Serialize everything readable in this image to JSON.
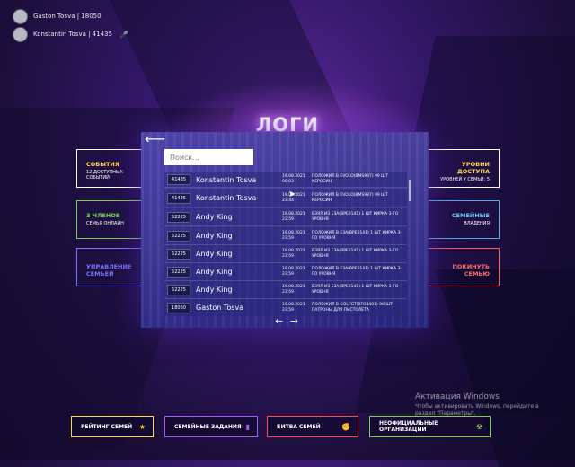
{
  "players": [
    {
      "name": "Gaston Tosva | 18050",
      "mic": ""
    },
    {
      "name": "Konstantin Tosva | 41435",
      "mic": "🎤"
    }
  ],
  "title": "ЛОГИ",
  "search": {
    "placeholder": "Поиск..."
  },
  "logs": [
    {
      "id": "41435",
      "name": "Konstantin Tosva",
      "date": "19.08.2021 00:03",
      "action": "ПОЛОЖИЛ В EVOLO(BMS987) 99 ШТ КЕРОСИН"
    },
    {
      "id": "41435",
      "name": "Konstantin Tosva",
      "date": "19.08.2021 23:44",
      "action": "ПОЛОЖИЛ В EVOLO(BMS987) 99 ШТ КЕРОСИН"
    },
    {
      "id": "52225",
      "name": "Andy King",
      "date": "19.08.2021 23:59",
      "action": "ВЗЯЛ ИЗ E3A(ВРЕ0141) 1 ШТ КИРКА 3-ГО УРОВНЯ"
    },
    {
      "id": "52225",
      "name": "Andy King",
      "date": "19.08.2021 23:59",
      "action": "ПОЛОЖИЛ В E3A(ВРЕ0141) 1 ШТ КИРКА 3-ГО УРОВНЯ"
    },
    {
      "id": "52225",
      "name": "Andy King",
      "date": "19.08.2021 23:59",
      "action": "ВЗЯЛ ИЗ E3A(ВРЕ0141) 1 ШТ КИРКА 3-ГО УРОВНЯ"
    },
    {
      "id": "52225",
      "name": "Andy King",
      "date": "19.08.2021 23:59",
      "action": "ПОЛОЖИЛ В E3A(ВРЕ0141) 1 ШТ КИРКА 3-ГО УРОВНЯ"
    },
    {
      "id": "52225",
      "name": "Andy King",
      "date": "19.08.2021 23:59",
      "action": "ВЗЯЛ ИЗ E3A(ВРЕ0141) 1 ШТ КИРКА 3-ГО УРОВНЯ"
    },
    {
      "id": "18050",
      "name": "Gaston Tosva",
      "date": "19.08.2021 23:59",
      "action": "ПОЛОЖИЛ В GOLFGT(BFO4401) 98 ШТ ПАТРОНЫ ДЛЯ ПИСТОЛЕТА"
    }
  ],
  "pager": {
    "prev": "←",
    "next": "→",
    "back": "⟵"
  },
  "cards": {
    "events": {
      "title": "СОБЫТИЯ",
      "sub": "12 ДОСТУПНЫХ СОБЫТИЙ"
    },
    "members": {
      "title": "3 ЧЛЕНОВ",
      "sub": "СЕМЬЯ ОНЛАЙН"
    },
    "manage": {
      "title": "УПРАВЛЕНИЕ СЕМЬЕЙ"
    },
    "access": {
      "title": "УРОВНИ ДОСТУПА",
      "sub": "УРОВНЕЙ У СЕМЬИ: 5"
    },
    "property": {
      "title": "СЕМЕЙНЫЕ",
      "sub": "ВЛАДЕНИЯ"
    },
    "leave": {
      "title": "ПОКИНУТЬ СЕМЬЮ"
    }
  },
  "bottom": {
    "rating": "РЕЙТИНГ СЕМЕЙ",
    "tasks": "СЕМЕЙНЫЕ ЗАДАНИЯ",
    "battle": "БИТВА СЕМЕЙ",
    "orgs": "НЕОФИЦИАЛЬНЫЕ ОРГАНИЗАЦИИ"
  },
  "icons": {
    "star": "★",
    "tasks": "▮",
    "battle": "✊",
    "orgs": "☢"
  },
  "colors": {
    "yellow": "#ffd74a",
    "green": "#7bd34a",
    "blue": "#7a76ff",
    "red": "#ff5a5a",
    "purple": "#a05cff"
  },
  "watermark": {
    "line1": "Активация Windows",
    "line2": "Чтобы активировать Windows, перейдите в раздел \"Параметры\"."
  }
}
